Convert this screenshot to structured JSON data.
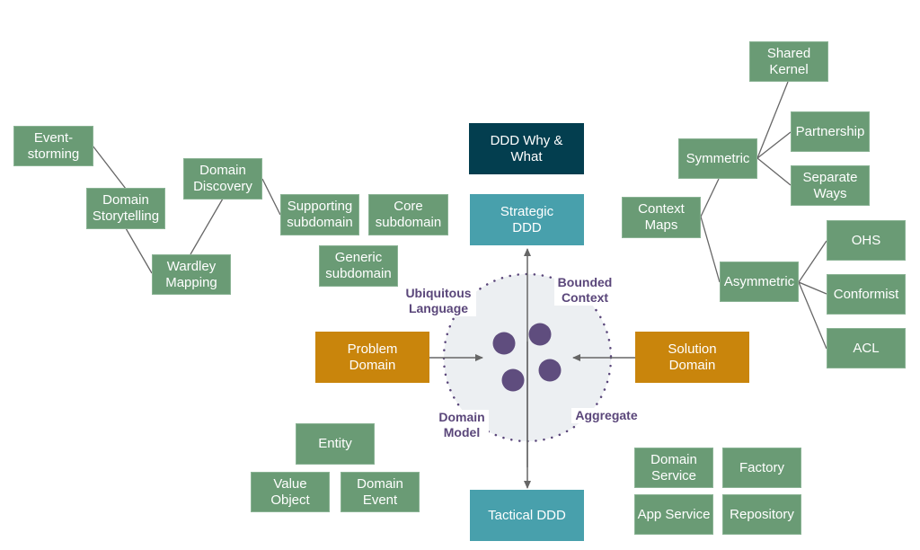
{
  "colors": {
    "green": "#6a9b75",
    "teal": "#48a0ac",
    "navy": "#033e4f",
    "orange": "#c9850c",
    "purple": "#5a467a",
    "circle_fill": "#eceff2"
  },
  "center": {
    "why_what": "DDD Why &\nWhat",
    "strategic": "Strategic\nDDD",
    "tactical": "Tactical DDD",
    "problem": "Problem\nDomain",
    "solution": "Solution\nDomain",
    "labels": {
      "ubiquitous": "Ubiquitous\nLanguage",
      "bounded": "Bounded\nContext",
      "domain_model": "Domain\nModel",
      "aggregate": "Aggregate"
    }
  },
  "discovery": {
    "event_storming": "Event-\nstorming",
    "storytelling": "Domain\nStorytelling",
    "wardley": "Wardley\nMapping",
    "domain_discovery": "Domain\nDiscovery"
  },
  "subdomains": {
    "supporting": "Supporting\nsubdomain",
    "core": "Core\nsubdomain",
    "generic": "Generic\nsubdomain"
  },
  "context_maps": {
    "root": "Context\nMaps",
    "symmetric": "Symmetric",
    "asymmetric": "Asymmetric",
    "shared_kernel": "Shared\nKernel",
    "partnership": "Partnership",
    "separate_ways": "Separate\nWays",
    "ohs": "OHS",
    "conformist": "Conformist",
    "acl": "ACL"
  },
  "tactical_left": {
    "entity": "Entity",
    "value_object": "Value\nObject",
    "domain_event": "Domain\nEvent"
  },
  "tactical_right": {
    "domain_service": "Domain\nService",
    "factory": "Factory",
    "app_service": "App Service",
    "repository": "Repository"
  }
}
